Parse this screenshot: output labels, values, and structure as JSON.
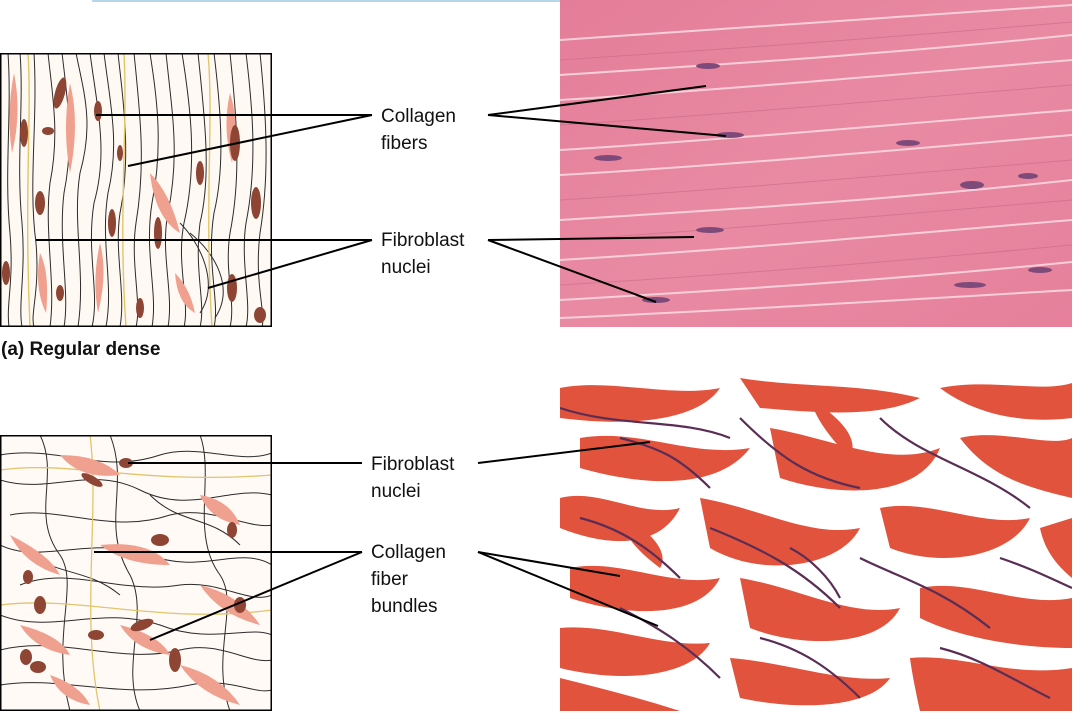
{
  "panel_a": {
    "caption": "(a) Regular dense",
    "label_collagen": "Collagen\nfibers",
    "label_fibroblast": "Fibroblast\nnuclei"
  },
  "panel_b": {
    "label_fibroblast": "Fibroblast\nnuclei",
    "label_collagen": "Collagen\nfiber\nbundles"
  },
  "colors": {
    "regular_micrograph": "#e9849d",
    "irregular_micrograph": "#e04a32",
    "nucleus": "#8e4533",
    "fiber_pink": "#f0a08e",
    "fiber_line": "#333333",
    "fiber_yellow": "#e2c46a"
  }
}
